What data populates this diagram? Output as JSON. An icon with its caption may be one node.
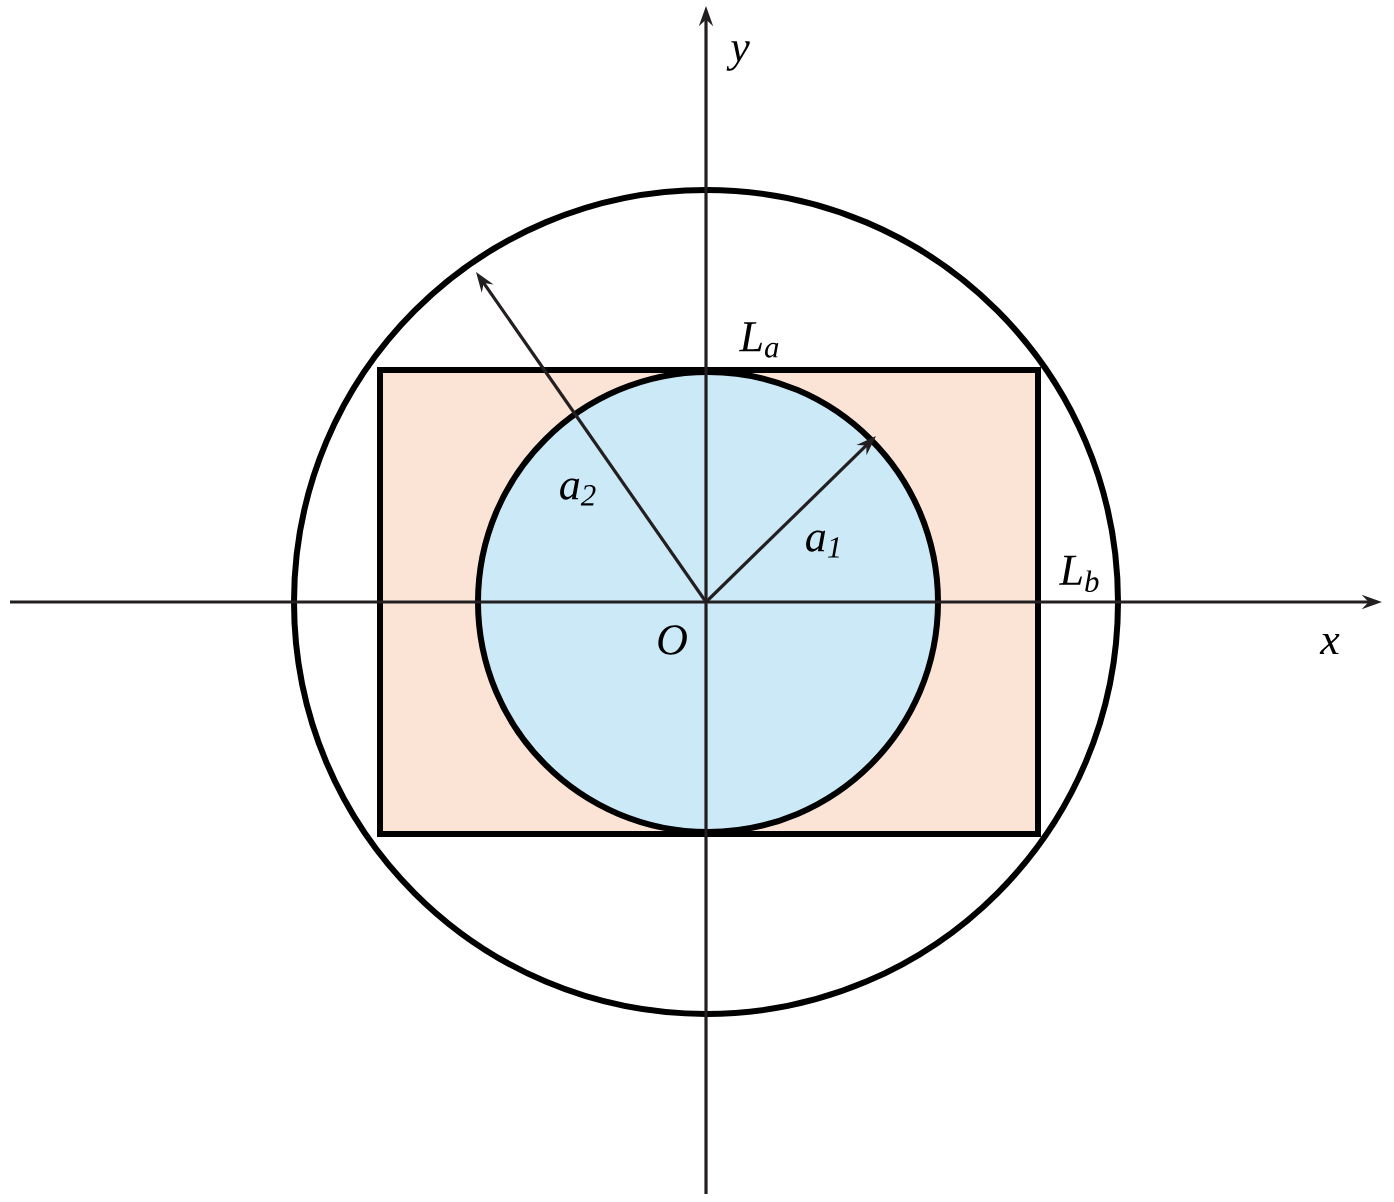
{
  "diagram": {
    "labels": [
      "y",
      "L$_{a}$",
      "a$_{2}$",
      "a$_{1}$",
      "L$_{b}$",
      "O",
      "x"
    ]
  }
}
